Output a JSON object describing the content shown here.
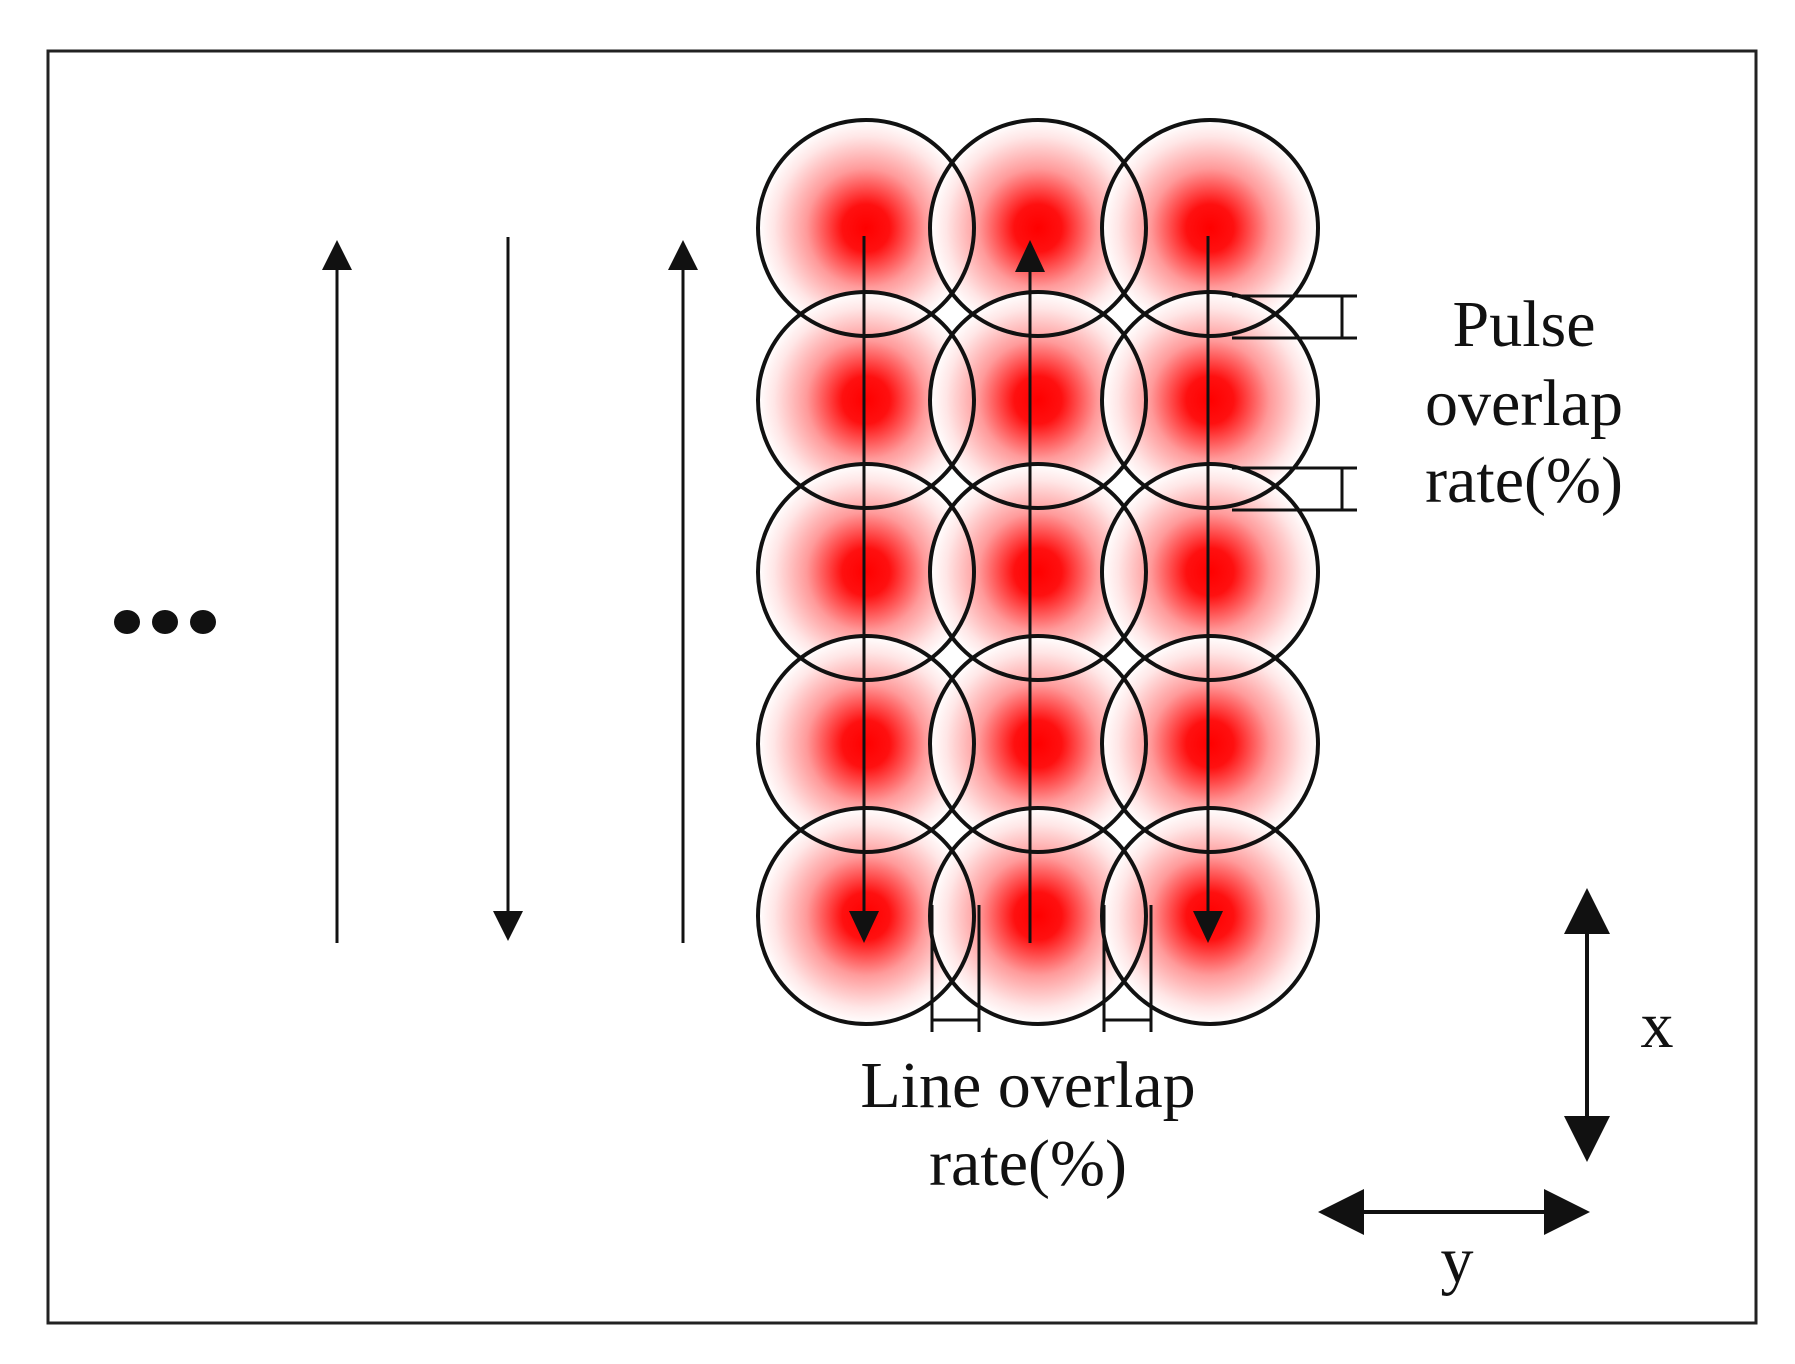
{
  "pulse_overlap_label": [
    "Pulse",
    "overlap",
    "rate(%)"
  ],
  "line_overlap_label": [
    "Line overlap",
    "rate(%)"
  ],
  "axes": {
    "x": "x",
    "y": "y"
  },
  "continuation_symbol": "•••",
  "colors": {
    "spot_center": "#ff0000",
    "spot_edge": "#ffffff",
    "outline": "#111111",
    "frame": "#222222"
  },
  "grid": {
    "rows": 5,
    "columns": 3
  },
  "scan_directions": [
    "up",
    "down",
    "up",
    "down",
    "up",
    "down"
  ]
}
